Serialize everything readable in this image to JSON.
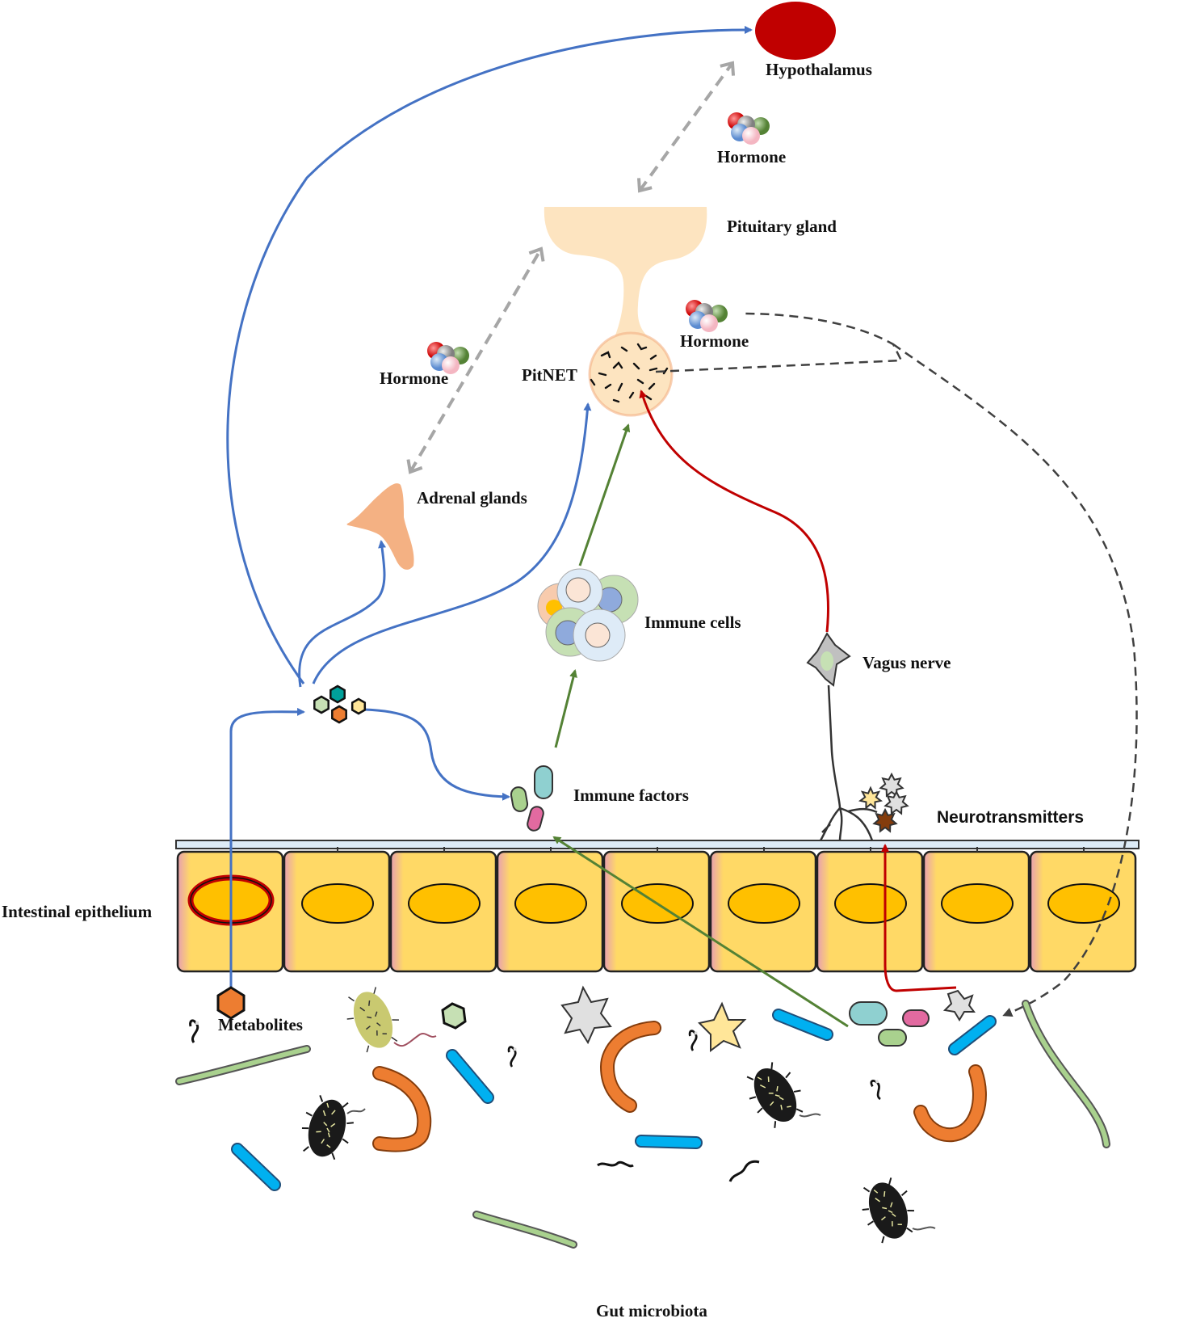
{
  "labels": {
    "hypothalamus": "Hypothalamus",
    "hormone_top": "Hormone",
    "pituitary_gland": "Pituitary gland",
    "hormone_right": "Hormone",
    "pitnet": "PitNET",
    "hormone_left": "Hormone",
    "adrenal_glands": "Adrenal glands",
    "immune_cells": "Immune cells",
    "vagus_nerve": "Vagus nerve",
    "immune_factors": "Immune factors",
    "neurotransmitters": "Neurotransmitters",
    "intestinal_epithelium": "Intestinal epithelium",
    "metabolites": "Metabolites",
    "gut_microbiota": "Gut microbiota"
  },
  "colors": {
    "metabolite_pathway": "#4472c4",
    "immune_pathway": "#548235",
    "neural_pathway": "#c00000",
    "hormone_feedback": "#a6a6a6",
    "hormone_signal": "#404040",
    "hypothalamus": "#c00000",
    "gland": "#fde4c0",
    "epithelium_cell": "#ffd966",
    "nucleus": "#ffc000"
  },
  "icons": [
    "hypothalamus-oval",
    "pituitary-gland-shape",
    "pitnet-tumor",
    "hormone-molecule-icon",
    "adrenal-gland-shape",
    "immune-cell-cluster",
    "vagus-neuron",
    "neurotransmitter-star-icon",
    "immune-factor-capsule",
    "metabolite-hexagon-icon",
    "bacteria-rod",
    "bacteria-fuzzy",
    "bacteria-spirillum"
  ]
}
